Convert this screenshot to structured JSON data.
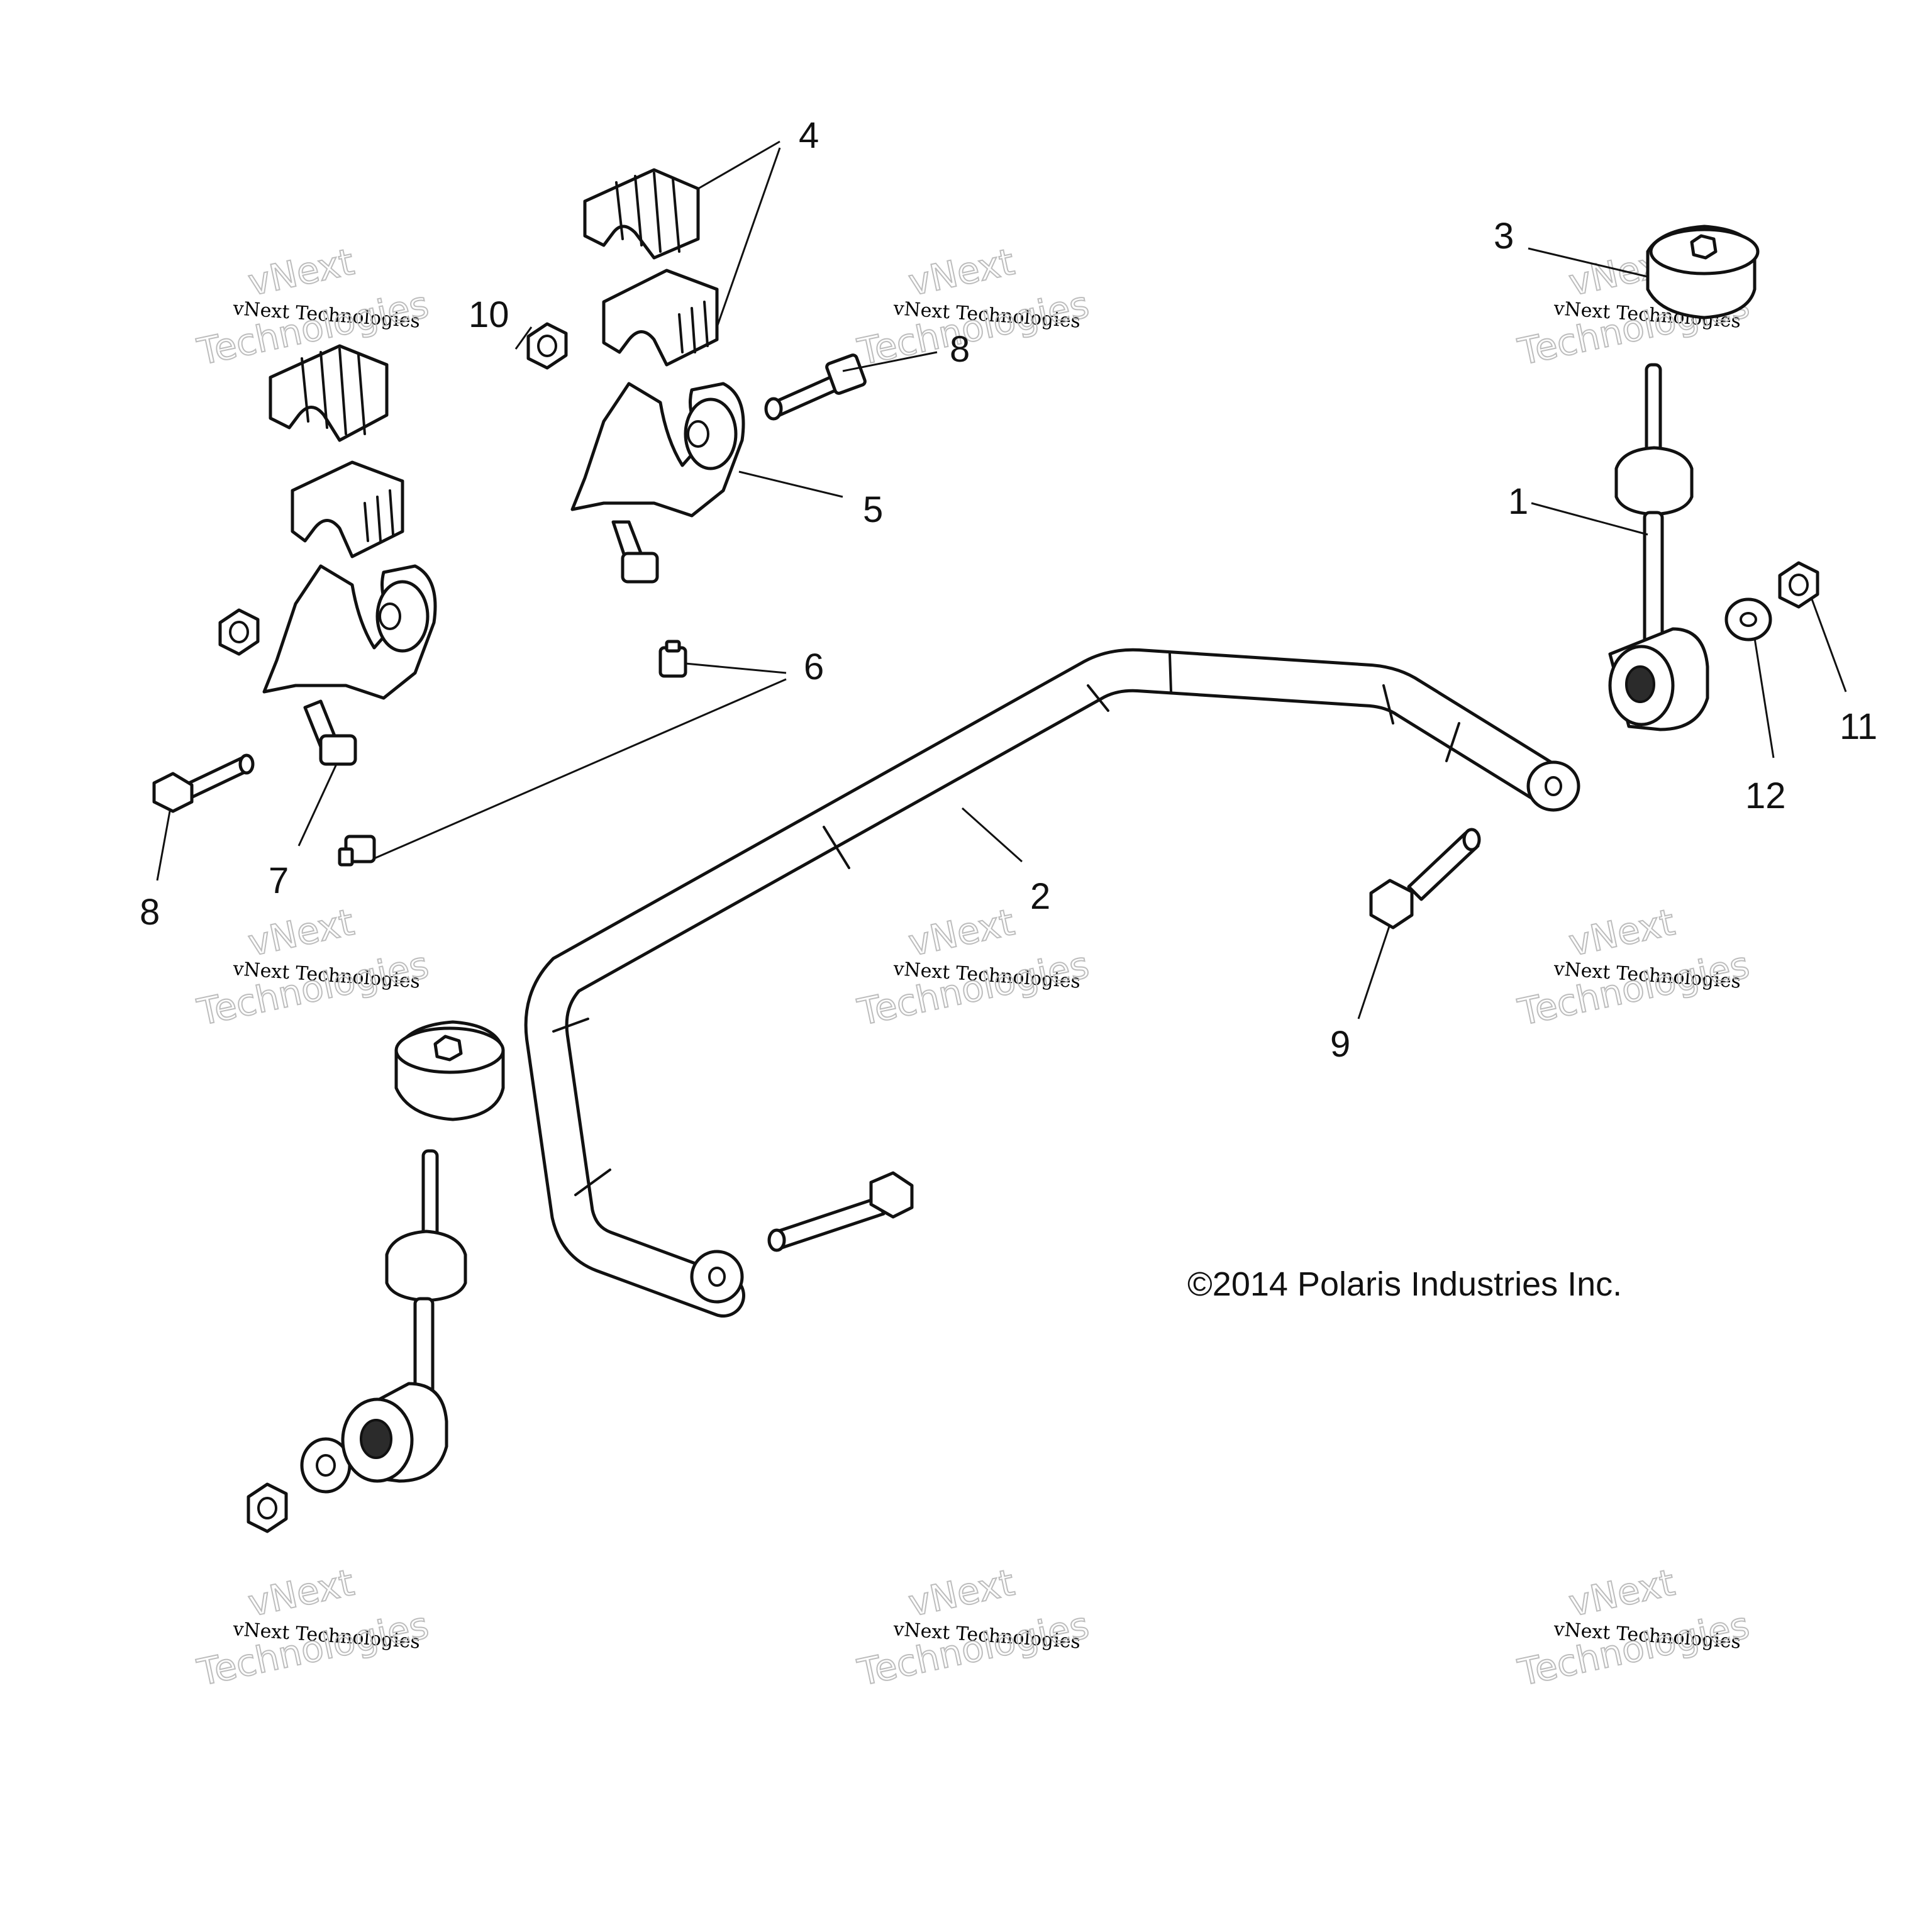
{
  "callouts": {
    "c1": "1",
    "c2": "2",
    "c3": "3",
    "c4": "4",
    "c5": "5",
    "c6": "6",
    "c7": "7",
    "c8a": "8",
    "c8b": "8",
    "c9": "9",
    "c10": "10",
    "c11": "11",
    "c12": "12"
  },
  "copyright": "©2014 Polaris Industries Inc.",
  "watermark": {
    "small": "vNext Technologies",
    "big_line1": "vNext",
    "big_line2": "Technologies"
  },
  "colors": {
    "line": "#111111",
    "background": "#ffffff",
    "watermark_outline": "#bdbdbd"
  }
}
